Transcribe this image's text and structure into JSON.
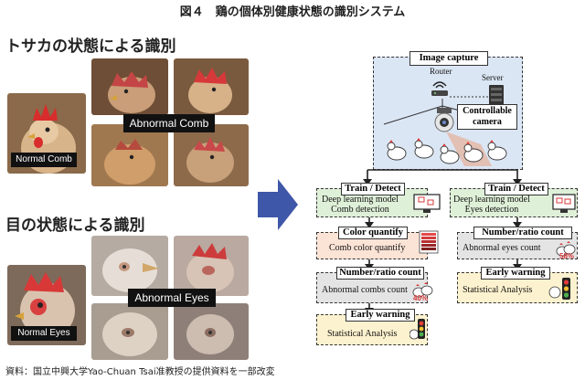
{
  "figure_title": "図４　鶏の個体別健康状態の識別システム",
  "left": {
    "comb_heading": "トサカの状態による識別",
    "eyes_heading": "目の状態による識別",
    "normal_comb_label": "Normal Comb",
    "abnormal_comb_label": "Abnormal Comb",
    "normal_eyes_label": "Normal Eyes",
    "abnormal_eyes_label": "Abnormal Eyes"
  },
  "system": {
    "image_capture": "Image capture",
    "router": "Router",
    "server": "Server",
    "camera_line1": "Controllable",
    "camera_line2": "camera",
    "comb_branch": {
      "train_detect": "Train / Detect",
      "model_line1": "Deep learning model",
      "model_line2": "Comb detection",
      "color_quantify": "Color quantify",
      "color_quantify_desc": "Comb color quantify",
      "count_title": "Number/ratio count",
      "count_desc": "Abnormal combs count",
      "count_pct": "40%",
      "warning_title": "Early warning",
      "warning_desc": "Statistical Analysis"
    },
    "eyes_branch": {
      "train_detect": "Train / Detect",
      "model_line1": "Deep learning model",
      "model_line2": "Eyes detection",
      "count_title": "Number/ratio count",
      "count_desc": "Abnormal eyes count",
      "count_pct": "58%",
      "warning_title": "Early warning",
      "warning_desc": "Statistical Analysis"
    }
  },
  "source_note": "資料：国立中興大学Yao-Chuan Tsai准教授の提供資料を一部改変",
  "colors": {
    "capture_bg": "#dbe6f4",
    "train_bg": "#dff0d8",
    "color_bg": "#fbe3d6",
    "count_bg": "#e4e4e4",
    "warning_bg": "#fdf2cf",
    "arrow": "#3f57a8"
  }
}
